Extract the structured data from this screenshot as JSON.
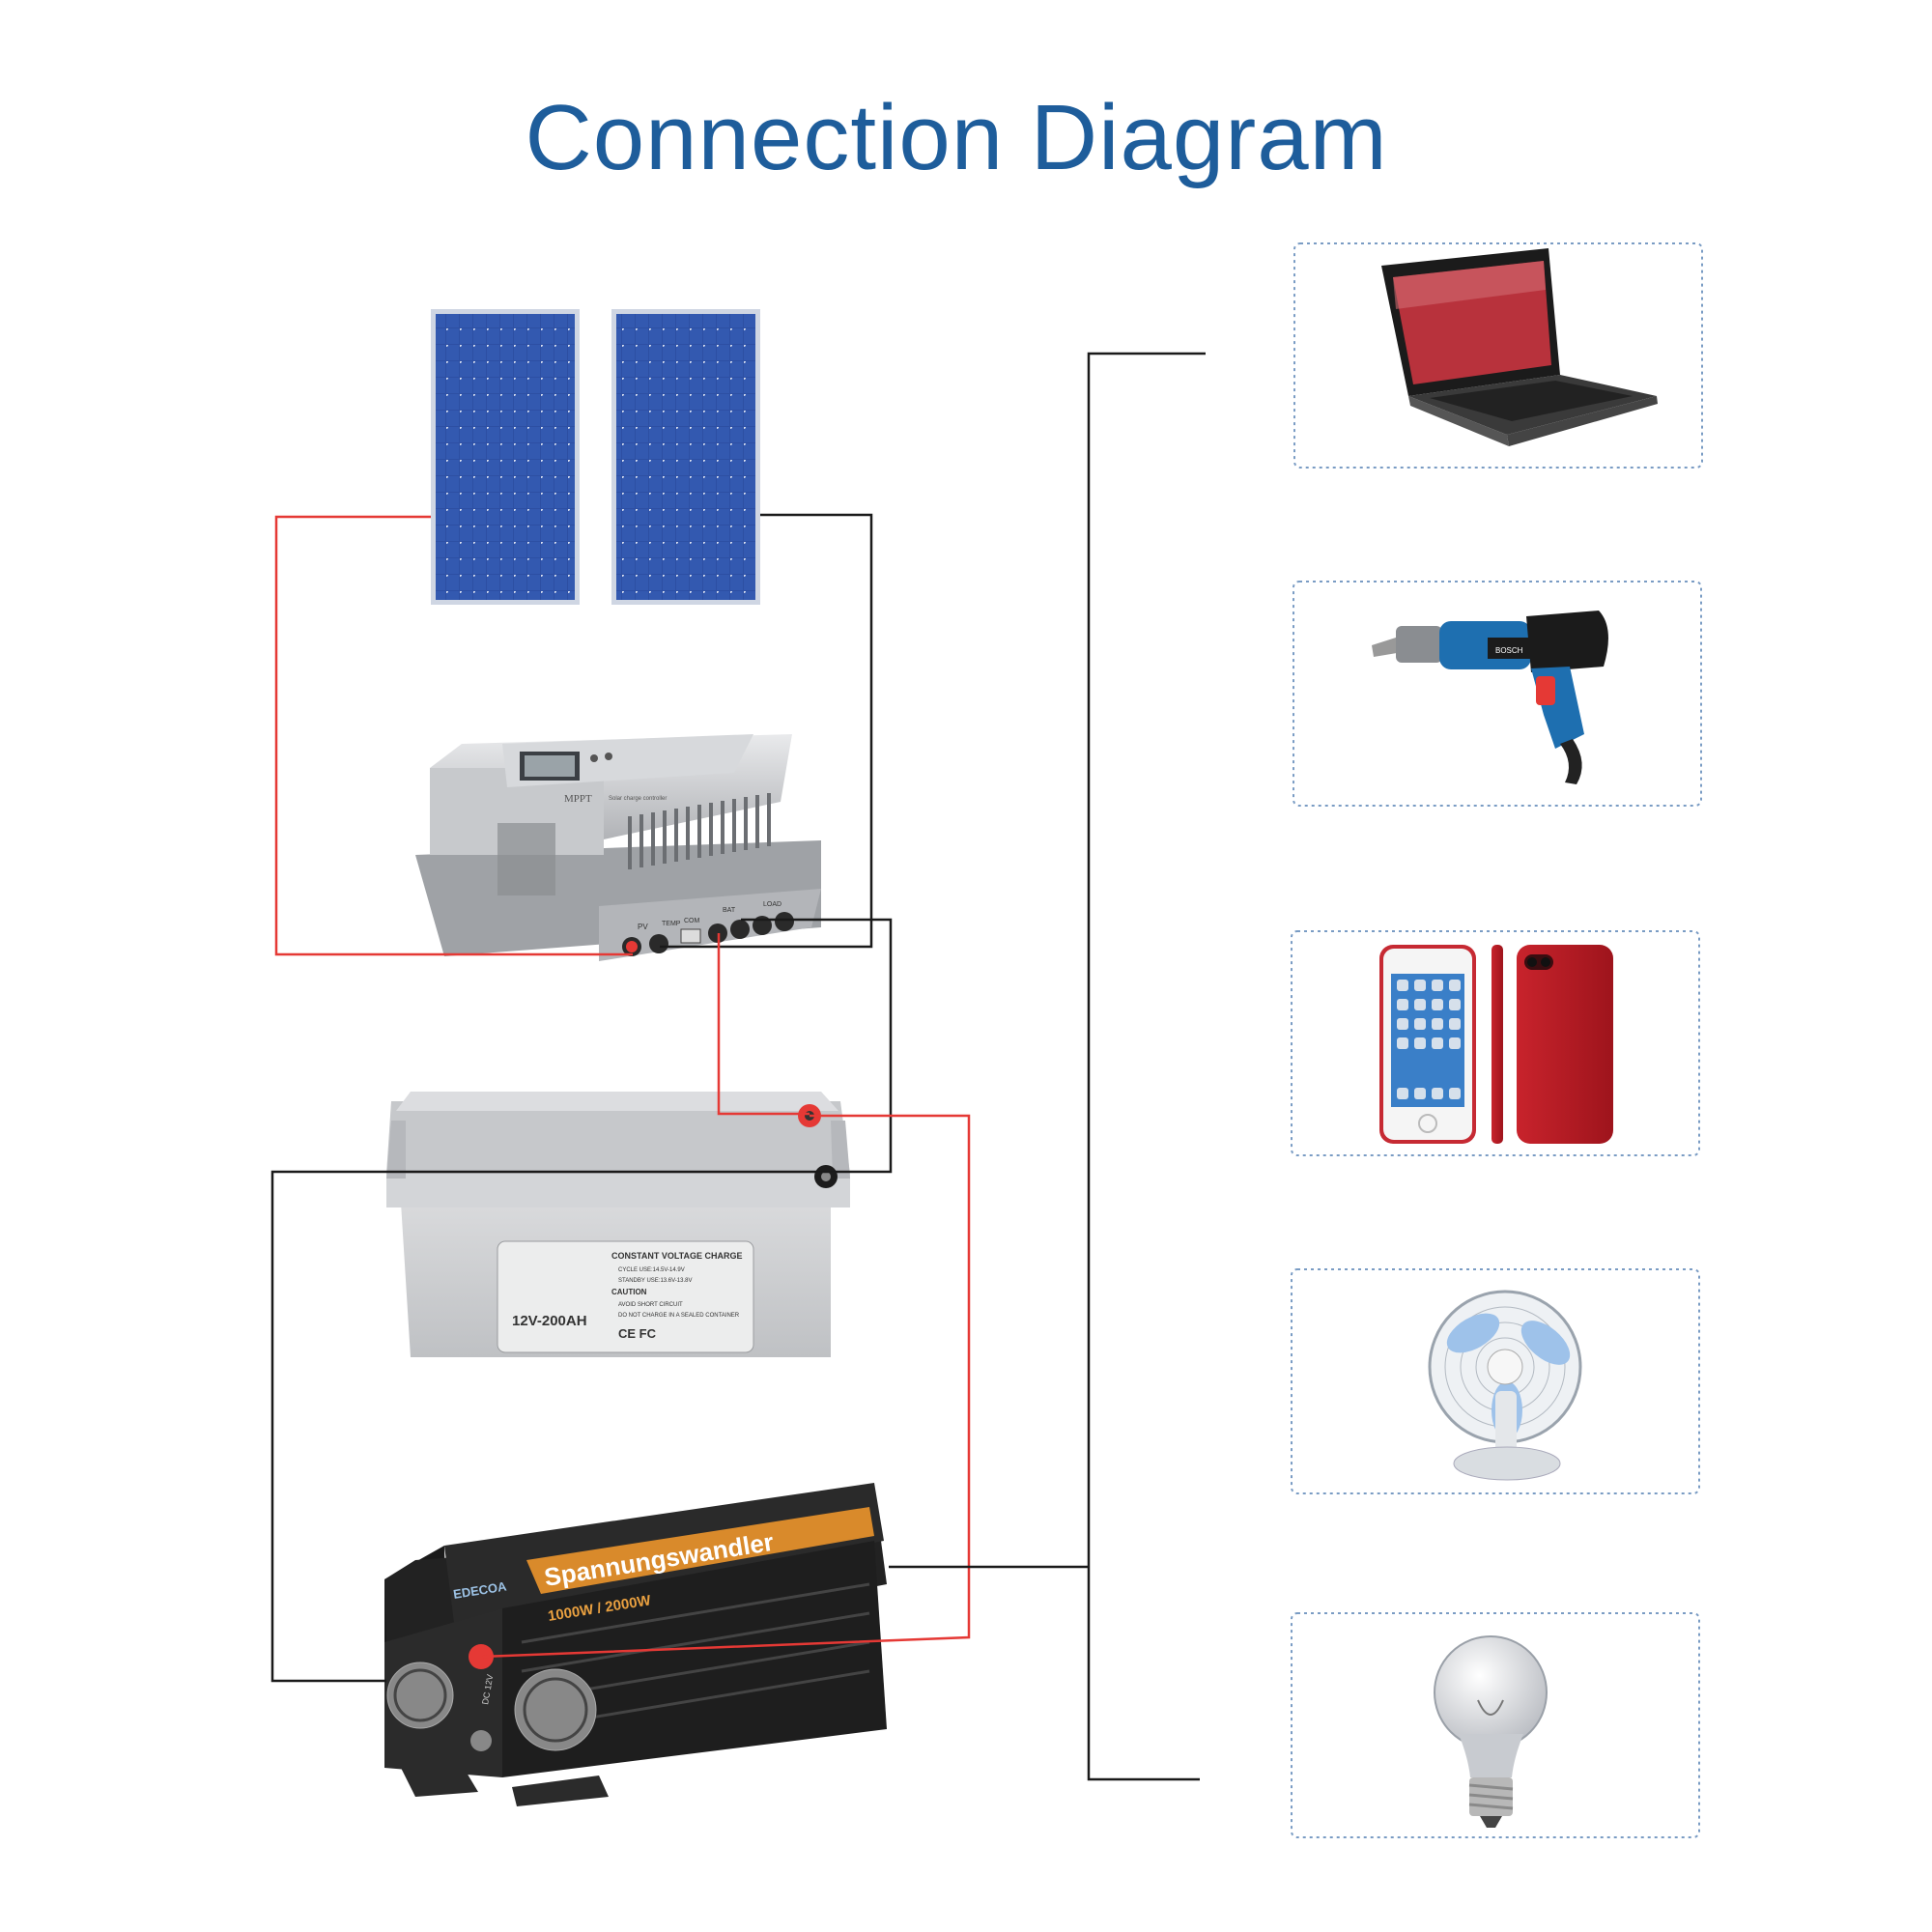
{
  "title": "Connection Diagram",
  "colors": {
    "title": "#1e5d9b",
    "positive_wire": "#e53935",
    "negative_wire": "#1a1a1a",
    "panel_blue": "#2b4ea0",
    "card_border": "#7a9cc4"
  },
  "controller": {
    "brand": "MPPT",
    "subtitle": "Solar charge controller",
    "ports": [
      "PV",
      "TEMP",
      "COM",
      "BAT",
      "LOAD"
    ]
  },
  "battery": {
    "heading": "CONSTANT VOLTAGE CHARGE",
    "lines": [
      "CYCLE USE:14.5V-14.9V",
      "STANDBY USE:13.6V-13.8V"
    ],
    "caution_heading": "CAUTION",
    "caution_lines": [
      "AVOID SHORT CIRCUIT",
      "DO NOT CHARGE IN A SEALED CONTAINER"
    ],
    "rating": "12V-200AH",
    "marks": "CE FC"
  },
  "inverter": {
    "brand": "EDECOA",
    "name": "Spannungswandler",
    "rating": "1000W / 2000W",
    "input": "DC 12V"
  },
  "appliances": [
    {
      "name": "laptop",
      "icon": "laptop-icon"
    },
    {
      "name": "drill",
      "icon": "drill-icon"
    },
    {
      "name": "smartphone",
      "icon": "smartphone-icon"
    },
    {
      "name": "fan",
      "icon": "fan-icon"
    },
    {
      "name": "light bulb",
      "icon": "light-bulb-icon"
    }
  ]
}
